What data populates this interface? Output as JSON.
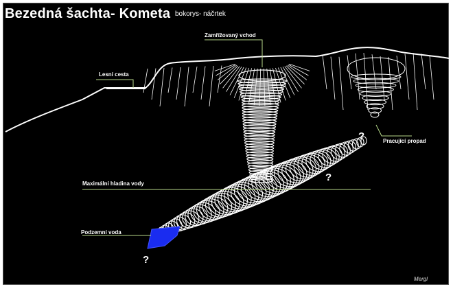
{
  "title": "Bezedná šachta- Kometa",
  "subtitle": "bokorys- náčrtek",
  "labels": {
    "forest_path": "Lesní cesta",
    "barred_entrance": "Zamřížovaný vchod",
    "active_sinkhole": "Pracující propad",
    "max_water_level": "Maximální hladina vody",
    "underground_water": "Podzemní voda"
  },
  "unknown_marks": [
    "?",
    "?",
    "?"
  ],
  "author": "Mergl",
  "colors": {
    "background": "#000000",
    "line": "#ffffff",
    "leader": "#b8d98a",
    "water": "#1a2cf0"
  }
}
